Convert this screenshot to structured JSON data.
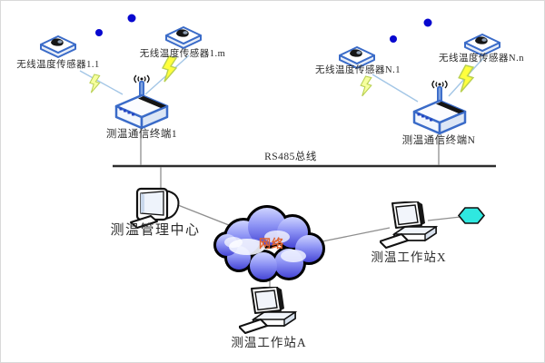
{
  "diagram": {
    "type": "network-topology",
    "bus": {
      "label": "RS485总线"
    },
    "cloud": {
      "label": "网络"
    },
    "nodes": {
      "sensor_1_1": {
        "label": "无线温度传感器1.1"
      },
      "sensor_1_m": {
        "label": "无线温度传感器1.m"
      },
      "sensor_N_1": {
        "label": "无线温度传感器N.1"
      },
      "sensor_N_n": {
        "label": "无线温度传感器N.n"
      },
      "terminal_1": {
        "label": "测温通信终端1"
      },
      "terminal_N": {
        "label": "测温通信终端N"
      },
      "mgmt_center": {
        "label": "测温管理中心"
      },
      "workstation_X": {
        "label": "测温工作站X"
      },
      "workstation_A": {
        "label": "测温工作站A"
      }
    },
    "shapes": {
      "signal_dots": "blue-dot",
      "wireless_links": "lightning-bolt",
      "endpoint": "cyan-hexagon"
    },
    "colors": {
      "device_outline": "#3a6bc8",
      "lightning_yellow": "#ffff3d",
      "lightning_pale": "#f6ff9e",
      "dot_blue": "#0808cf",
      "cloud_blue_dark": "#4747d6",
      "cloud_blue_light": "#cdd2ff",
      "network_label_orange": "#e0622d",
      "hexagon_cyan": "#2fe8e0",
      "label_text": "#2b2b2b",
      "connector_gray": "#8f8f8f",
      "wireless_line": "#a3c6e6",
      "bus_line": "#2e2e2e"
    }
  }
}
